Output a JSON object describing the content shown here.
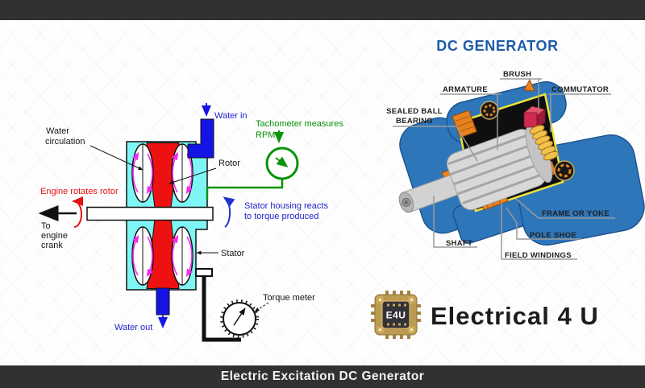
{
  "banner": {
    "title": "Electric Excitation DC Generator"
  },
  "left_diagram": {
    "labels": {
      "water_circulation": [
        "Water",
        "circulation"
      ],
      "engine_rotates_rotor": "Engine rotates rotor",
      "to_engine_crank": [
        "To",
        "engine",
        "crank"
      ],
      "water_in": "Water in",
      "water_out": "Water out",
      "rotor": "Rotor",
      "stator": "Stator",
      "tachometer": [
        "Tachometer measures",
        "RPM"
      ],
      "stator_housing": [
        "Stator housing reacts",
        "to torque produced"
      ],
      "torque_meter": "Torque meter"
    }
  },
  "right_diagram": {
    "title": "DC GENERATOR",
    "labels": {
      "armature": "ARMATURE",
      "brush": "BRUSH",
      "commutator": "COMMUTATOR",
      "sealed_ball_bearing": [
        "SEALED BALL",
        "BEARING"
      ],
      "frame_or_yoke": "FRAME OR YOKE",
      "pole_shoe": "POLE SHOE",
      "field_windings": "FIELD WINDINGS",
      "shaft": "SHAFT"
    }
  },
  "logo": {
    "chip_text": "E4U",
    "brand": "Electrical 4 U"
  },
  "colors": {
    "bar_bg": "#313133",
    "machine_cyan": "#7ef6f6",
    "rotor_red": "#ee1111",
    "pipe_blue": "#1414e6",
    "note_blue": "#2222cc",
    "tach_green": "#079407",
    "circulation_magenta": "#f22bf2",
    "red_text": "#e41111",
    "dc_title_blue": "#1d5ca8",
    "housing_blue": "#2e76ba",
    "housing_blue_dark": "#1c548e",
    "winding_orange": "#e8821e",
    "trim_yellow": "#ece23c",
    "brush_red": "#cf2b4e",
    "commutator_gold": "#f2c14b",
    "chip_gold": "#bb9a52",
    "brand_black": "#1d1d1d",
    "label_gray": "#9a9a9a"
  }
}
